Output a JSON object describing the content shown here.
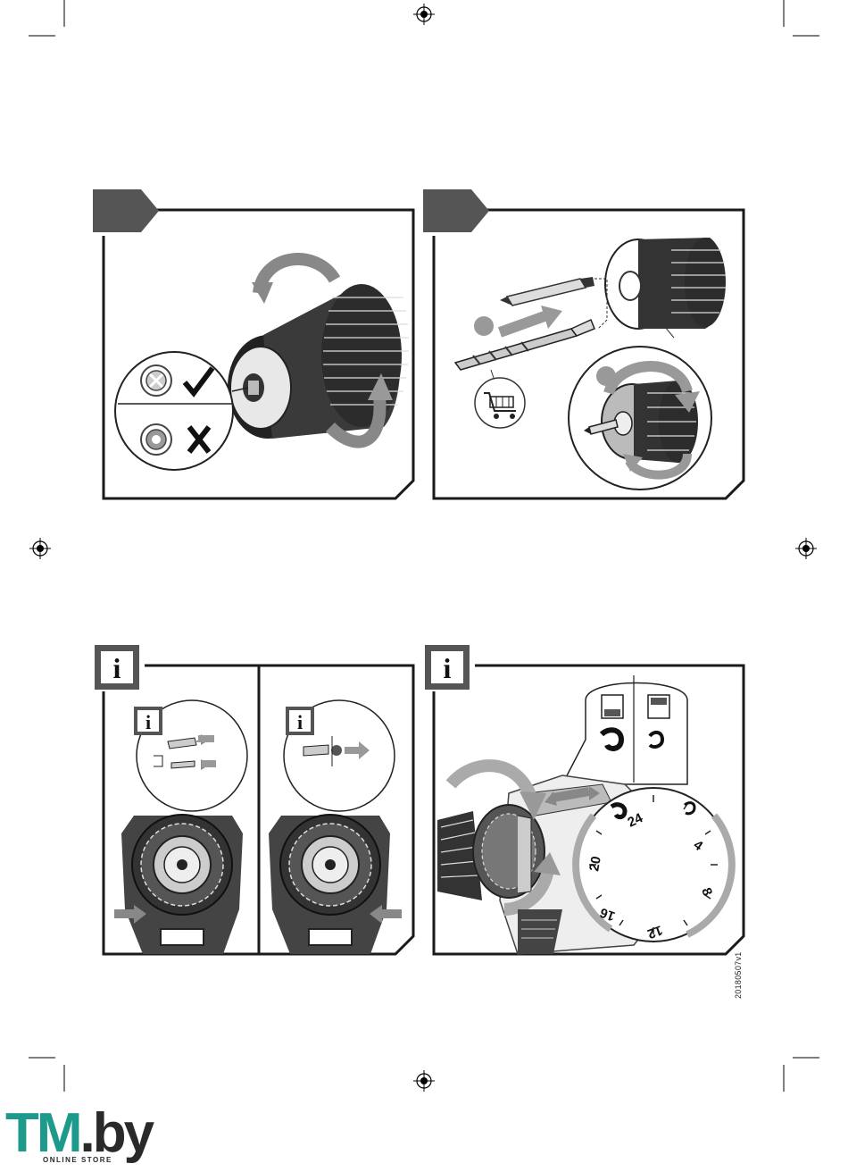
{
  "document": {
    "doc_code": "20180507v1"
  },
  "dial": {
    "numbers": [
      "24",
      "4",
      "8",
      "12",
      "16",
      "20"
    ]
  },
  "info_icon_glyph": "i",
  "footer_logo": {
    "brand_main": "TM",
    "brand_tld": ".by",
    "tagline": "ONLINE STORE"
  },
  "icons": [
    "registration-mark-icon",
    "info-icon",
    "check-icon",
    "cross-icon",
    "shopping-cart-icon",
    "rotate-arrow-icon",
    "push-arrow-icon",
    "gear-low-icon",
    "gear-high-icon",
    "torque-high-icon",
    "torque-low-icon"
  ],
  "colors": {
    "panel_border": "#1a1a1a",
    "tab_fill": "#555555",
    "arrow_gray": "#8a8a8a",
    "logo_teal": "#1e9a8c",
    "logo_dark": "#2a2a2a"
  }
}
